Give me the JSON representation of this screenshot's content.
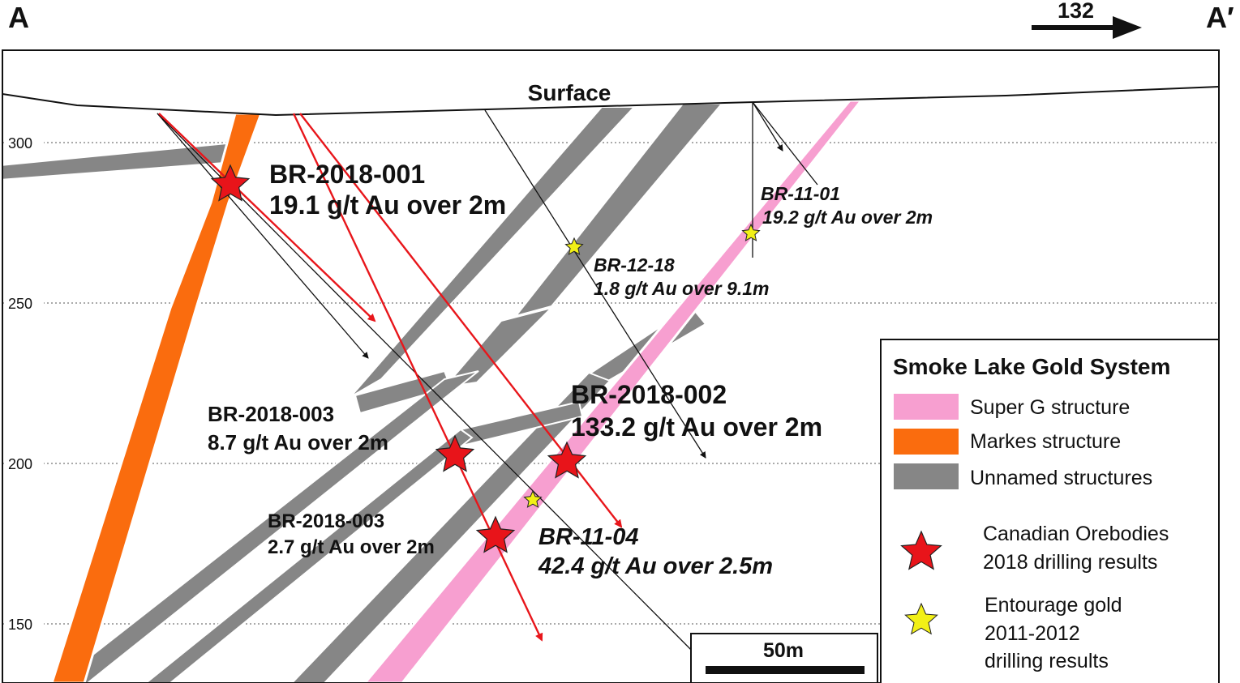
{
  "section": {
    "start_label": "A",
    "end_label": "A′",
    "azimuth": "132",
    "surface_label": "Surface",
    "elevation_ticks": [
      "300",
      "250",
      "200",
      "150"
    ],
    "scale_bar_label": "50m"
  },
  "colors": {
    "super_g": "#f79fd0",
    "markes": "#fa6c0e",
    "unnamed": "#868686",
    "red_hole": "#e8161b",
    "red_star": "#e8141a",
    "yellow_star": "#f2f016"
  },
  "results": {
    "br_2018_001": {
      "hole": "BR-2018-001",
      "grade": "19.1 g/t Au over 2m"
    },
    "br_2018_002": {
      "hole": "BR-2018-002",
      "grade": "133.2 g/t Au over 2m"
    },
    "br_2018_003_upper": {
      "hole": "BR-2018-003",
      "grade": "8.7 g/t Au over 2m"
    },
    "br_2018_003_lower": {
      "hole": "BR-2018-003",
      "grade": "2.7 g/t Au over 2m"
    },
    "br_11_01": {
      "hole": "BR-11-01",
      "grade": "19.2 g/t Au over 2m"
    },
    "br_12_18": {
      "hole": "BR-12-18",
      "grade": "1.8 g/t Au over 9.1m"
    },
    "br_11_04": {
      "hole": "BR-11-04",
      "grade": "42.4 g/t Au over 2.5m"
    }
  },
  "legend": {
    "title": "Smoke Lake Gold System",
    "super_g": "Super G structure",
    "markes": "Markes structure",
    "unnamed": "Unnamed structures",
    "red_line1": "Canadian Orebodies",
    "red_line2": "2018 drilling results",
    "yellow_line1": "Entourage gold",
    "yellow_line2": "2011-2012",
    "yellow_line3": "drilling results"
  }
}
